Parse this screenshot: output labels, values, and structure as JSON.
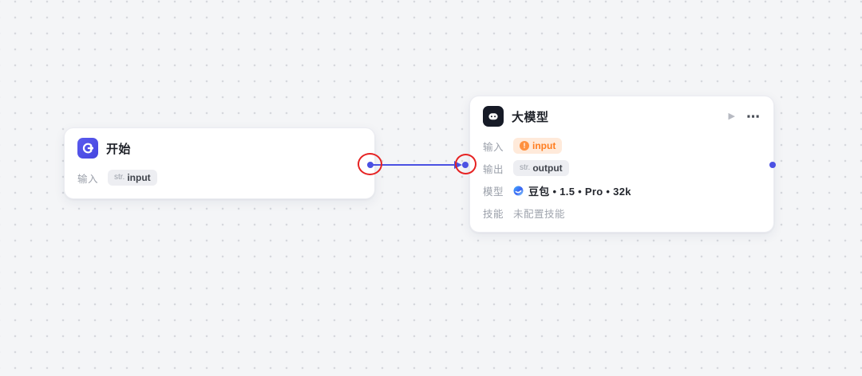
{
  "accent": {
    "edge_blue": "#4b51e3",
    "annotation_red": "#e62222",
    "variable_orange": "#ff7d1f"
  },
  "start_node": {
    "title": "开始",
    "input_row": {
      "label": "输入",
      "type_prefix": "str.",
      "value": "input"
    }
  },
  "llm_node": {
    "title": "大模型",
    "run_icon": "▶",
    "more_icon": "⋯",
    "input_row": {
      "label": "输入",
      "value": "input"
    },
    "output_row": {
      "label": "输出",
      "type_prefix": "str.",
      "value": "output"
    },
    "model_row": {
      "label": "模型",
      "value": "豆包 • 1.5 • Pro • 32k"
    },
    "skill_row": {
      "label": "技能",
      "value": "未配置技能"
    }
  }
}
